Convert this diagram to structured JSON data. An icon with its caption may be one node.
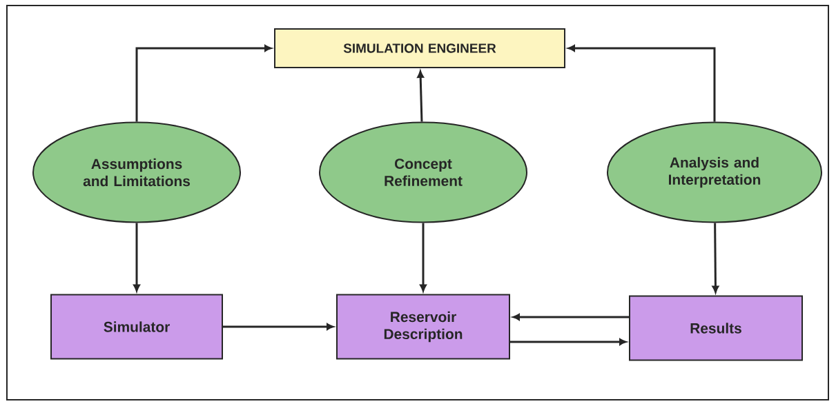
{
  "diagram": {
    "nodes": [
      {
        "text": [
          "SIMULATION ENGINEER"
        ]
      },
      {
        "text": [
          "Assumptions and Limitations"
        ]
      },
      {
        "text": [
          "Concept Refinement"
        ]
      },
      {
        "text": [
          "Analysis and Interpretation"
        ]
      },
      {
        "text": [
          "Simulator"
        ]
      },
      {
        "text": [
          "Reservoir Description"
        ]
      },
      {
        "text": [
          "Results"
        ]
      }
    ],
    "edges": [
      {
        "from": 1,
        "to": 0,
        "arrow": "to"
      },
      {
        "from": 2,
        "to": 0,
        "arrow": "to"
      },
      {
        "from": 3,
        "to": 0,
        "arrow": "to"
      },
      {
        "from": 1,
        "to": 4,
        "arrow": "to"
      },
      {
        "from": 2,
        "to": 5,
        "arrow": "to"
      },
      {
        "from": 3,
        "to": 6,
        "arrow": "to"
      },
      {
        "from": 4,
        "to": 5,
        "arrow": "to"
      },
      {
        "from": 6,
        "to": 5,
        "arrow": "to"
      },
      {
        "from": 5,
        "to": 6,
        "arrow": "to"
      }
    ]
  }
}
